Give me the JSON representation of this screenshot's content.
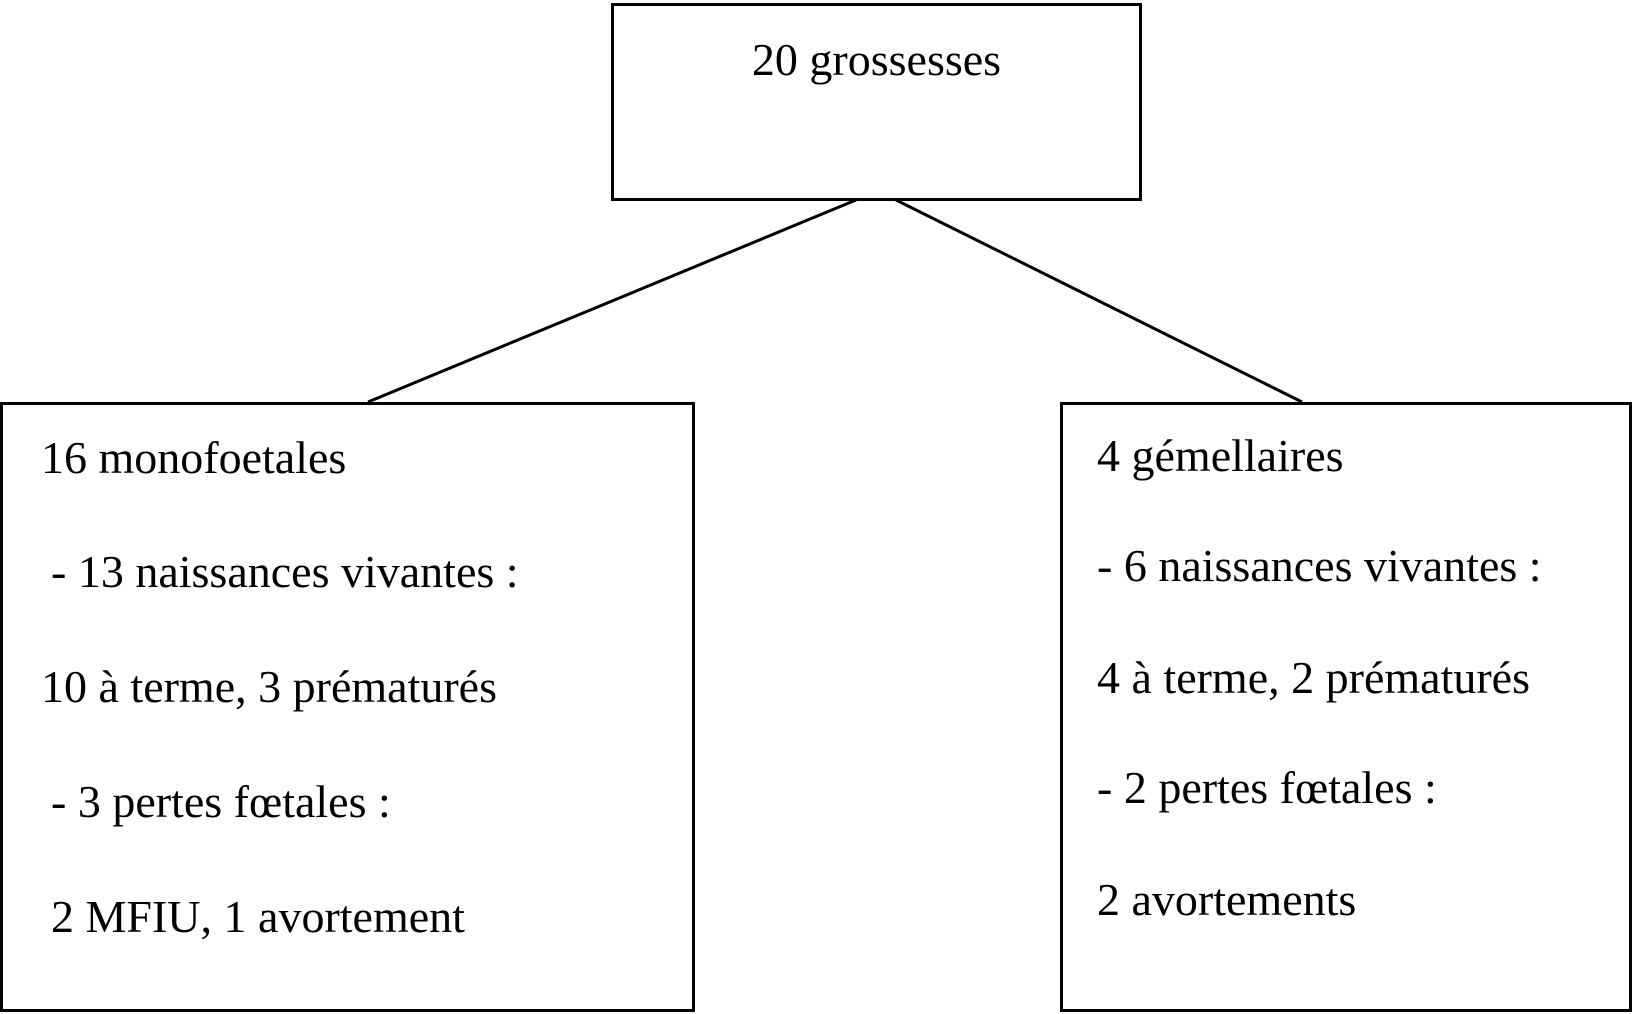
{
  "diagram": {
    "root": {
      "label": "20 grossesses"
    },
    "left": {
      "title": "16 monofoetales",
      "live_births": "- 13 naissances vivantes :",
      "live_births_detail": "10 à terme, 3 prématurés",
      "losses": "- 3 pertes fœtales :",
      "losses_detail": "2 MFIU, 1 avortement"
    },
    "right": {
      "title": "4 gémellaires",
      "live_births": "- 6 naissances vivantes :",
      "live_births_detail": "4 à terme, 2 prématurés",
      "losses": "- 2 pertes fœtales :",
      "losses_detail": "2 avortements"
    }
  }
}
